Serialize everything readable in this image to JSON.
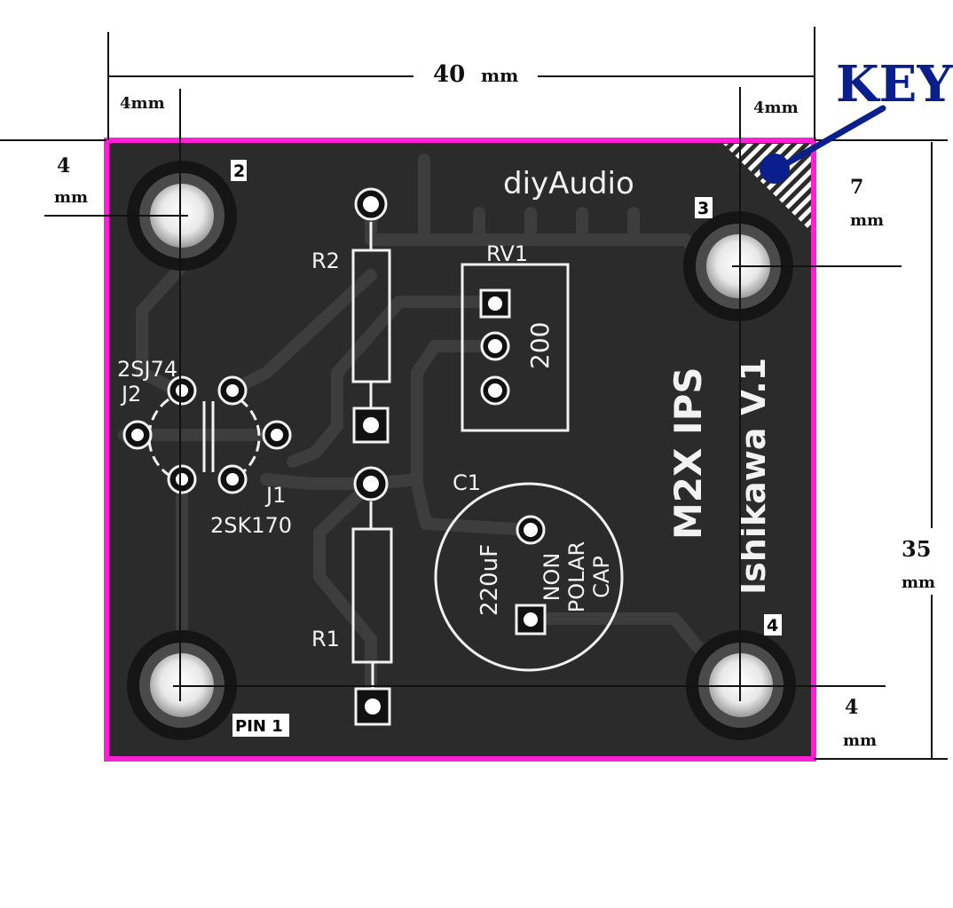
{
  "dimensions": {
    "width_value": "40",
    "width_unit": "mm",
    "height_value": "35",
    "height_unit": "mm",
    "margin_top_left": "4mm",
    "margin_top_right": "4mm",
    "margin_left_value": "4",
    "margin_left_unit": "mm",
    "margin_right_value": "7",
    "margin_right_unit": "mm",
    "margin_bottom_value": "4",
    "margin_bottom_unit": "mm"
  },
  "key_label": "KEY",
  "mounting_pins": {
    "pin1": "PIN 1",
    "pin2": "2",
    "pin3": "3",
    "pin4": "4"
  },
  "silkscreen": {
    "brand": "diyAudio",
    "rv1": "RV1",
    "rv1_value": "200",
    "r1": "R1",
    "r2": "R2",
    "c1": "C1",
    "c1_value": "220uF",
    "c1_note_1": "NON",
    "c1_note_2": "POLAR",
    "c1_note_3": "CAP",
    "j2_part": "2SJ74",
    "j2": "J2",
    "j1": "J1",
    "j1_part": "2SK170",
    "board_name": "M2X IPS",
    "author": "Ishikawa V.1"
  },
  "colors": {
    "board": "#2b2b2b",
    "outline": "#ff1fd6",
    "key_marker": "#0a1f8c",
    "silkscreen": "#f2f2f2",
    "trace": "#3a3a3a"
  }
}
